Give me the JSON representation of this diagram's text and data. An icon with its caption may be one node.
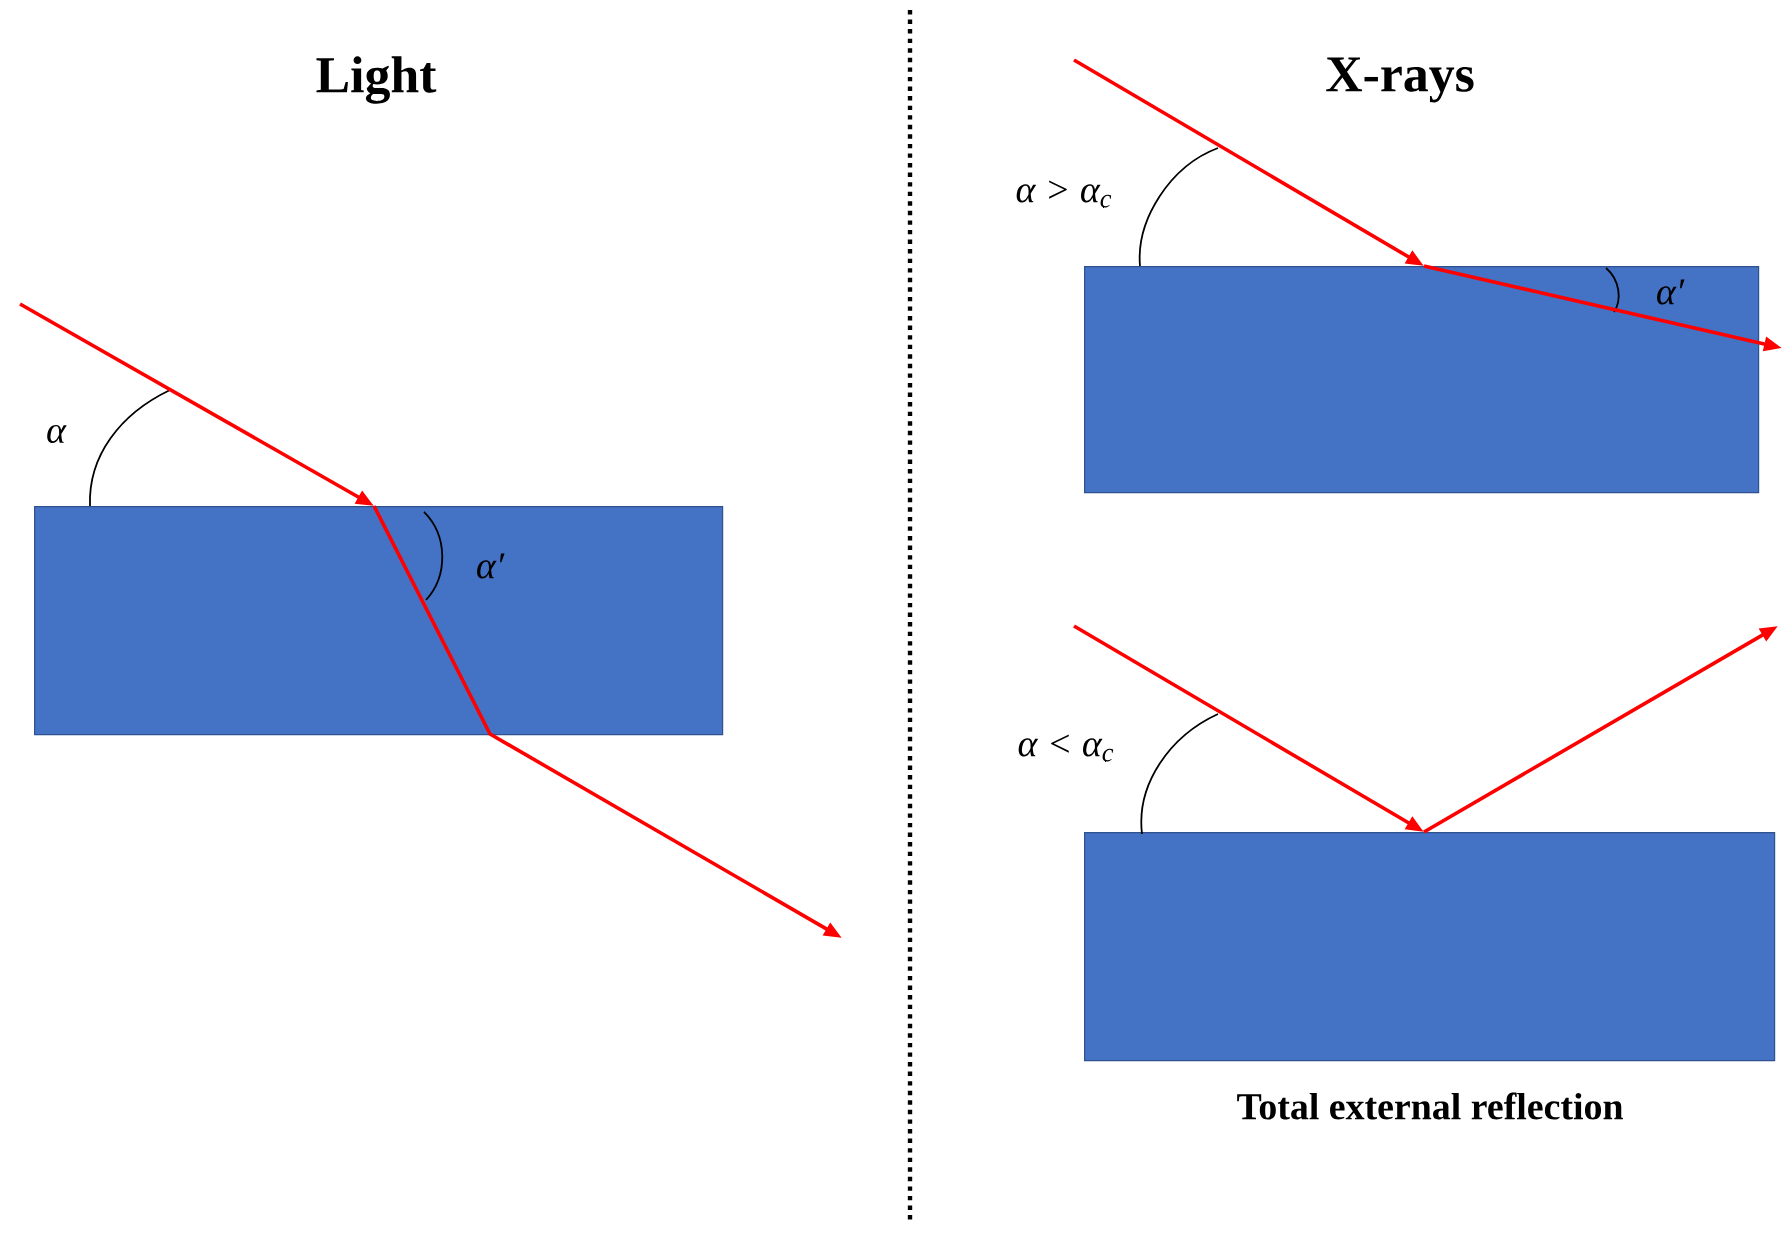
{
  "diagram": {
    "nodes": [
      {
        "text": [],
        "shape": "box"
      },
      {
        "text": [],
        "shape": "box"
      },
      {
        "text": [],
        "shape": "box",
        "beside": [
          "Total external reflection"
        ]
      }
    ],
    "edges": [
      {
        "from": null,
        "to": 0,
        "arrow": "to",
        "color": "#ff0000"
      },
      {
        "from": 0,
        "to": null,
        "arrow": "to",
        "color": "#ff0000"
      },
      {
        "from": null,
        "to": 1,
        "arrow": "to",
        "color": "#ff0000"
      },
      {
        "from": 1,
        "to": null,
        "arrow": "to",
        "color": "#ff0000"
      },
      {
        "from": null,
        "to": 2,
        "arrow": "to",
        "color": "#ff0000"
      },
      {
        "from": 2,
        "to": null,
        "arrow": "to",
        "color": "#ff0000"
      }
    ],
    "labels": [
      "Light",
      "X-rays",
      "α > α$_{c}$",
      "α",
      "α′",
      "α′",
      "α < α$_{c}$"
    ]
  }
}
